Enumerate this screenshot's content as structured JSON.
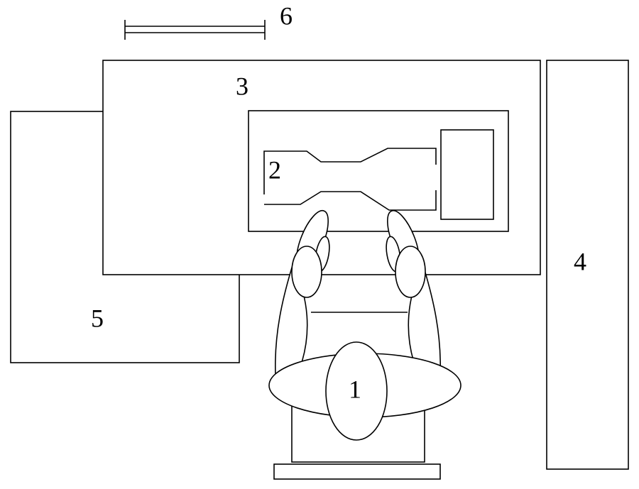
{
  "diagram": {
    "labels": {
      "operator": "1",
      "workpiece": "2",
      "workbench": "3",
      "side_cabinet": "4",
      "left_table": "5",
      "scale_bar": "6"
    }
  }
}
